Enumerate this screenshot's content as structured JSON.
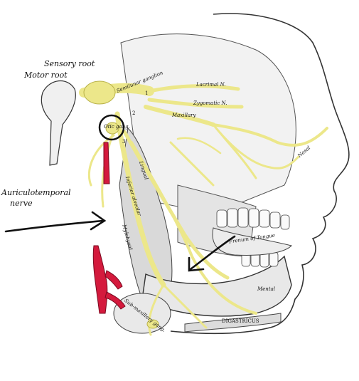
{
  "labels": {
    "sensory_root": "Sensory root",
    "motor_root": "Motor root",
    "semilunar_ganglion": "Semilunar ganglion",
    "lacrimal": "Lacrimal N.",
    "zygomatic": "Zygomatic N.",
    "maxillary": "Maxillary",
    "otic_ganglion": "Otic gang.",
    "auriculotemporal": "Auriculotemporal",
    "auriculotemporal_2": "nerve",
    "frenum": "Frenum of Tongue",
    "mental": "Mental",
    "digastricus": "DIGASTRICUS",
    "nasal": "Nasal",
    "lingual": "Lingual",
    "inferior_alveolar": "Inferior alveolar",
    "mylohyoid": "Mylohyoid",
    "submaxillary": "Sub-maxillary gang.",
    "num_1": "1",
    "num_2": "2",
    "num_3": "3"
  },
  "colors": {
    "nerve": "#ece78a",
    "nerve_edge": "#b9b24a",
    "artery": "#d41a3d",
    "ink": "#111111"
  },
  "annotations": {
    "circle_on": "otic-ganglion",
    "arrow_1_points_to": "inferior-alveolar-nerve",
    "arrow_2_points_to": "lingual-nerve"
  }
}
